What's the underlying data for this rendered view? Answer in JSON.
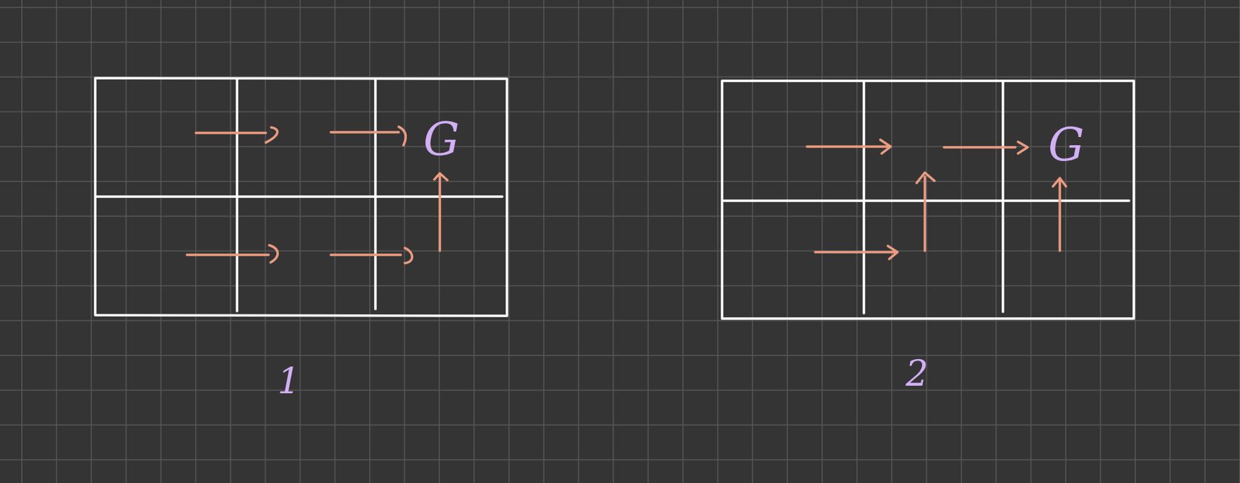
{
  "diagrams": [
    {
      "goal_label": "G",
      "caption": "1"
    },
    {
      "goal_label": "G",
      "caption": "2"
    }
  ],
  "colors": {
    "background": "#343434",
    "grid": "#565656",
    "grid_lines": "#ffffff",
    "arrows": "#eb9c80",
    "labels": "#d3b0f5"
  }
}
